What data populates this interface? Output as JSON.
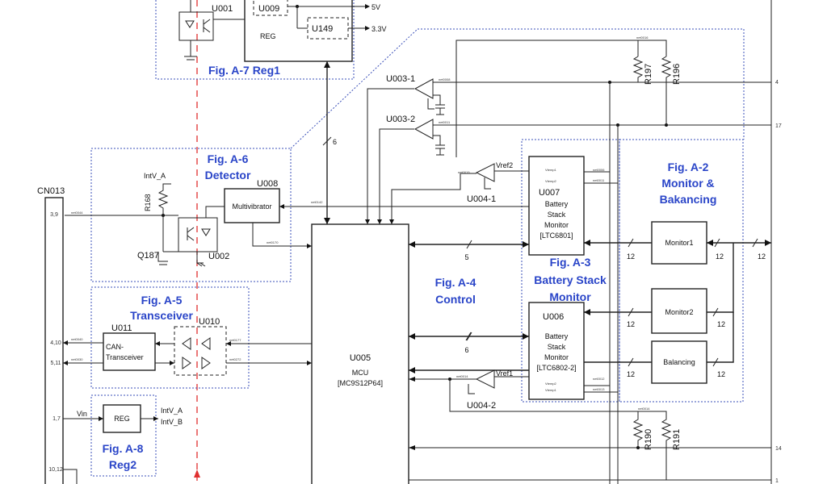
{
  "regions": {
    "reg1": "Fig. A-7 Reg1",
    "detector_1": "Fig. A-6",
    "detector_2": "Detector",
    "transceiver_1": "Fig. A-5",
    "transceiver_2": "Transceiver",
    "reg2_1": "Fig. A-8",
    "reg2_2": "Reg2",
    "control_1": "Fig. A-4",
    "control_2": "Control",
    "stack_1": "Fig. A-3",
    "stack_2": "Battery Stack",
    "stack_3": "Monitor",
    "monitor_1": "Fig. A-2",
    "monitor_2": "Monitor &",
    "monitor_3": "Bakancing"
  },
  "components": {
    "u001": "U001",
    "u009": "U009",
    "u149": "U149",
    "reg": "REG",
    "v5": "5V",
    "v33": "3.3V",
    "u008": "U008",
    "multivibrator": "Multivibrator",
    "u002": "U002",
    "q187": "Q187",
    "intv_a": "IntV_A",
    "r168": "R168",
    "cn013": "CN013",
    "u011": "U011",
    "can_1": "CAN-",
    "can_2": "Transceiver",
    "u010": "U010",
    "reg2": "REG",
    "vin": "Vin",
    "intv_a2": "IntV_A",
    "intv_b": "IntV_B",
    "u005": "U005",
    "mcu": "MCU",
    "mcu_part": "[MC9S12P64]",
    "u003_1": "U003-1",
    "u003_2": "U003-2",
    "u004_1": "U004-1",
    "u004_2": "U004-2",
    "vref2": "Vref2",
    "vref1": "Vref1",
    "u007": "U007",
    "u007_l1": "Battery",
    "u007_l2": "Stack",
    "u007_l3": "Monitor",
    "u007_part": "[LTC6801]",
    "u006": "U006",
    "u006_l1": "Battery",
    "u006_l2": "Stack",
    "u006_l3": "Monitor",
    "u006_part": "[LTC6802-2]",
    "monitor1": "Monitor1",
    "monitor2": "Monitor2",
    "balancing": "Balancing",
    "r197": "R197",
    "r196": "R196",
    "r190": "R190",
    "r191": "R191"
  },
  "pins": {
    "p39": "3,9",
    "p410": "4,10",
    "p511": "5,11",
    "p17": "1,7",
    "p1012": "10,12",
    "e4": "4",
    "e17": "17",
    "e14": "14",
    "e1": "1"
  },
  "bus_counts": {
    "reg_mcu": "6",
    "mcu_u007": "5",
    "mcu_u006": "6",
    "m1_left": "12",
    "m1_right": "12",
    "m1_far": "12",
    "m2_left": "12",
    "m2_right": "12",
    "bal_left": "12",
    "bal_right": "12"
  }
}
